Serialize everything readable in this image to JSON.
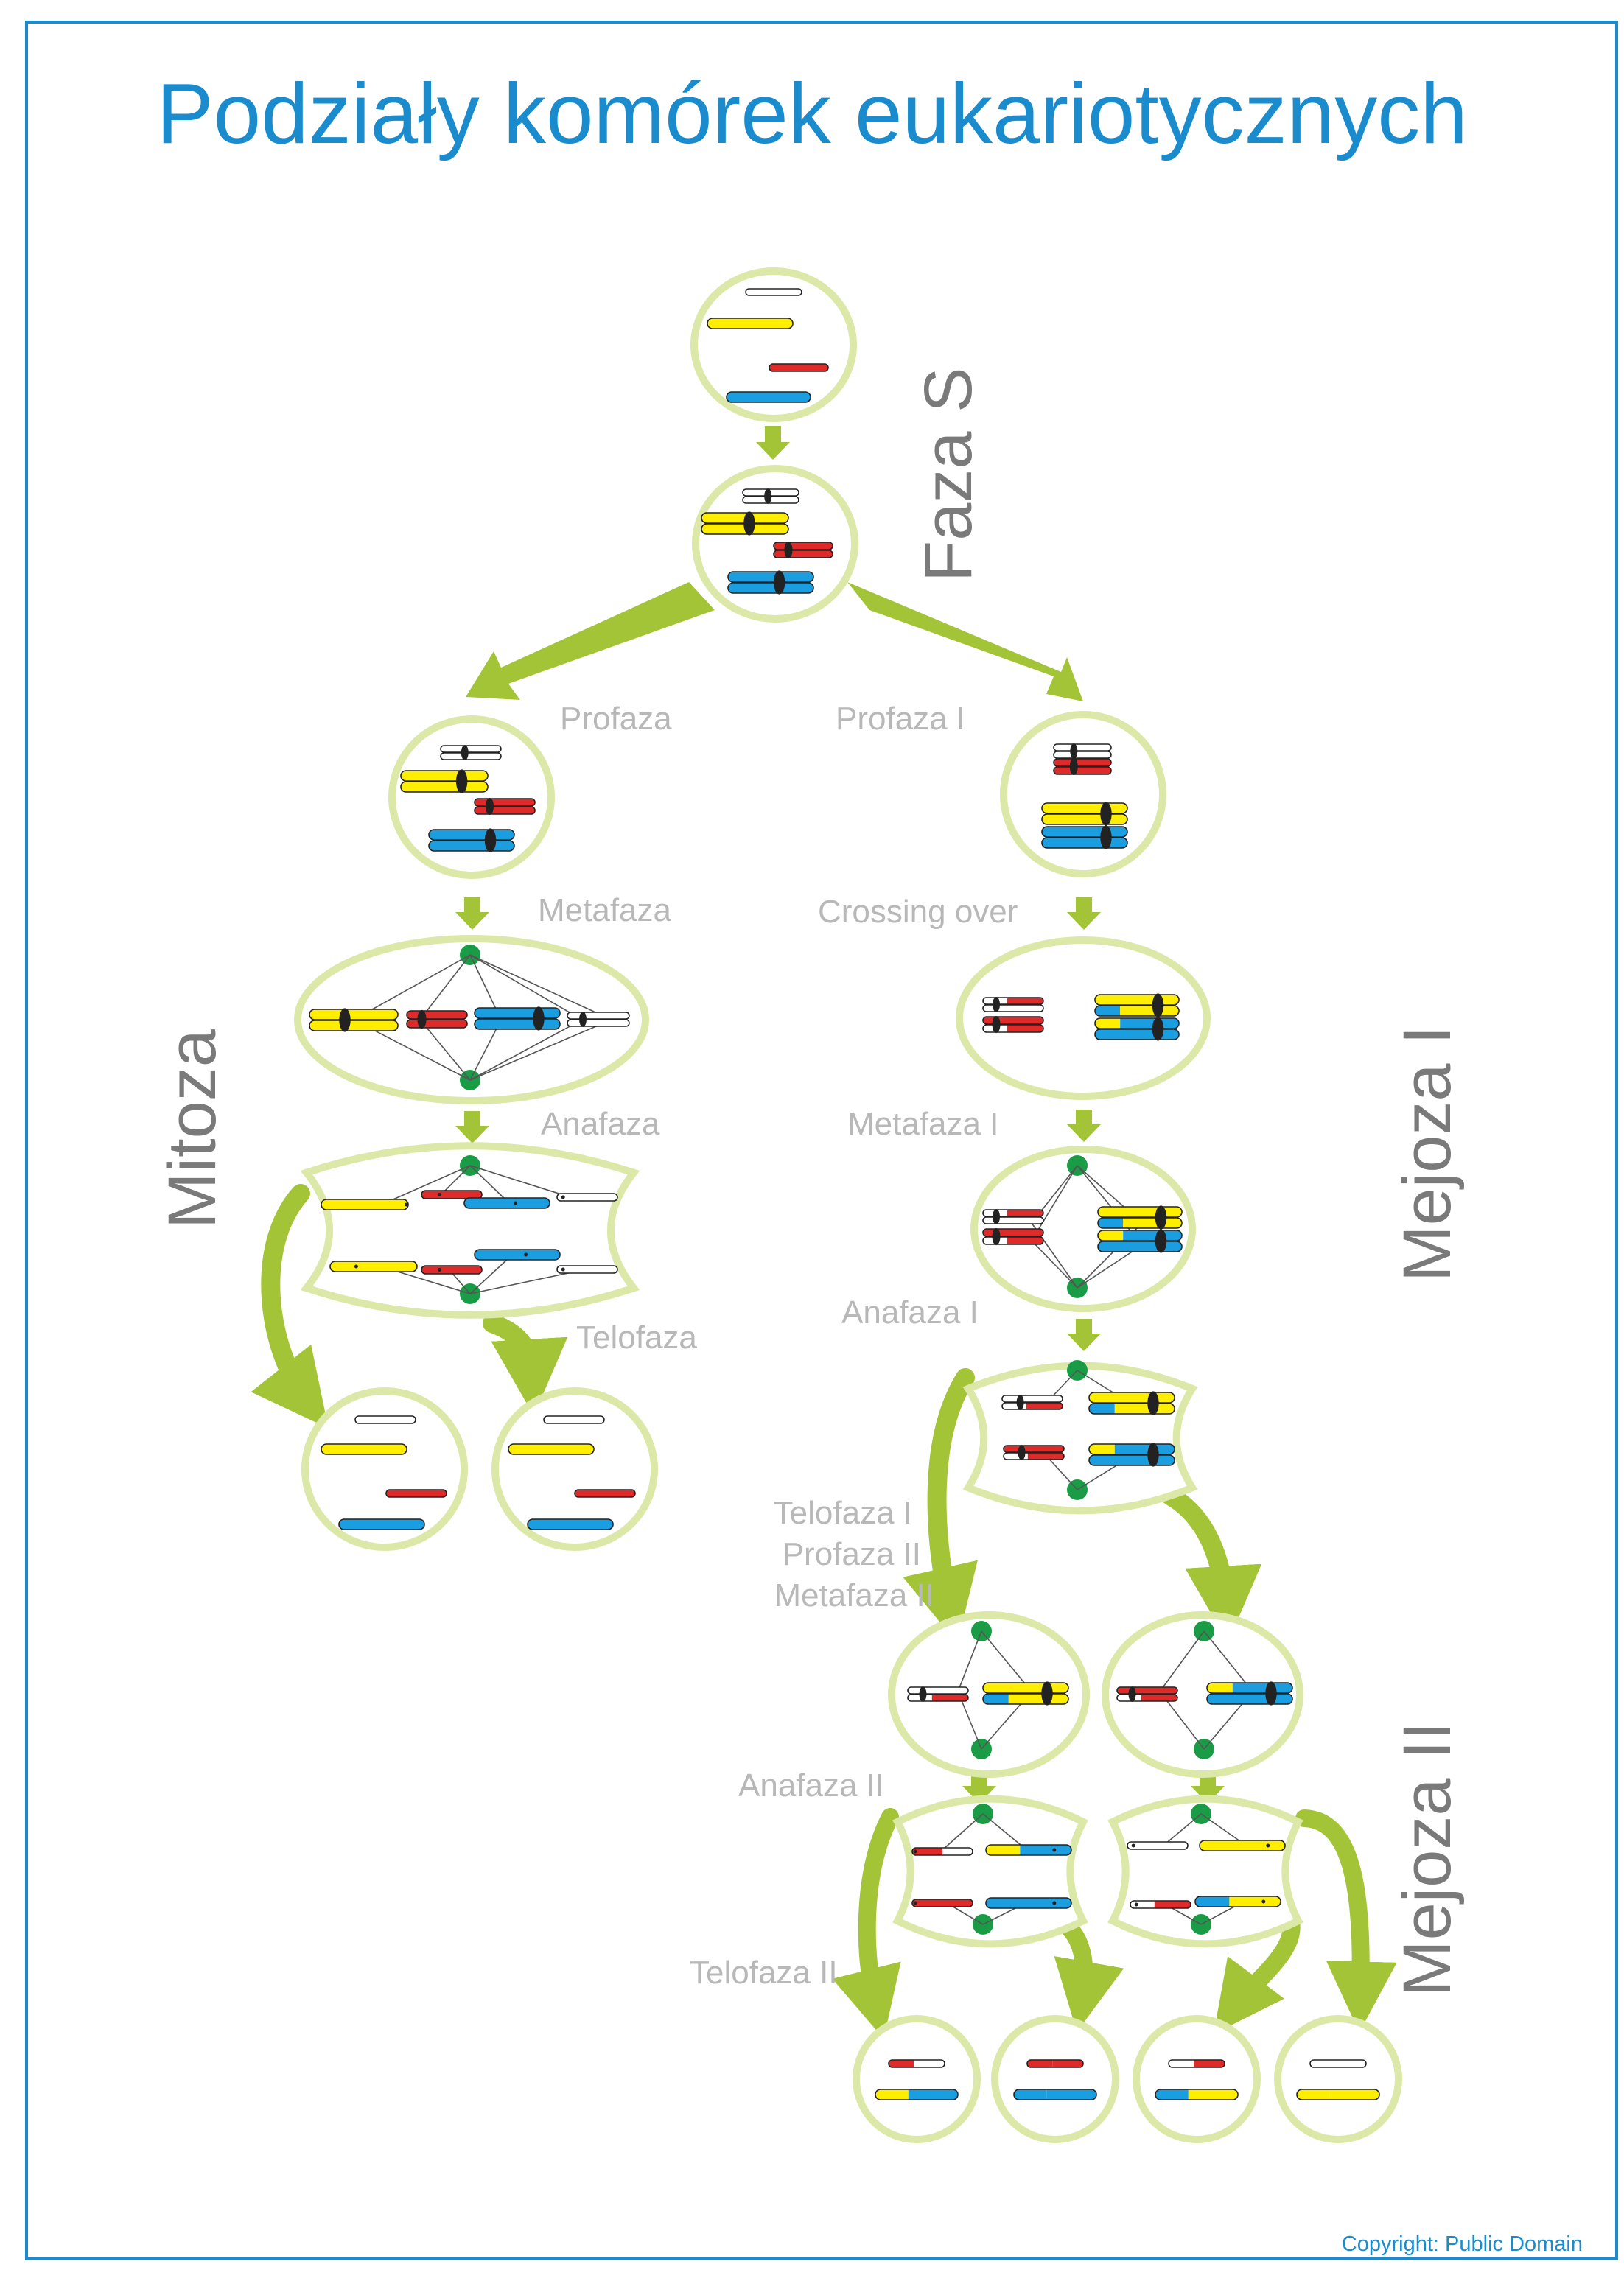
{
  "title": "Podziały komórek eukariotycznych",
  "copyright": "Copyright: Public Domain",
  "colors": {
    "border": "#1a8ccd",
    "title": "#1a8ccd",
    "cell_fill": "#ffffff",
    "cell_stroke": "#dce8a8",
    "arrow": "#a4c437",
    "centrosome": "#1a9c46",
    "spindle": "#555555",
    "label": "#b8b8b8",
    "section": "#7a7a7a",
    "chr_white": "#ffffff",
    "chr_yellow": "#ffee00",
    "chr_red": "#e02a2a",
    "chr_blue": "#1a9ee0"
  },
  "sections": {
    "phase_s": "Faza S",
    "mitosis": "Mitoza",
    "meiosis1": "Mejoza I",
    "meiosis2": "Mejoza II"
  },
  "labels": {
    "prophase": "Profaza",
    "prophase1": "Profaza I",
    "metaphase": "Metafaza",
    "crossing_over": "Crossing over",
    "anaphase": "Anafaza",
    "metaphase1": "Metafaza I",
    "telophase": "Telofaza",
    "anaphase1": "Anafaza I",
    "telophase1": "Telofaza I",
    "prophase2": "Profaza II",
    "metaphase2": "Metafaza II",
    "anaphase2": "Anafaza II",
    "telophase2": "Telofaza II"
  }
}
